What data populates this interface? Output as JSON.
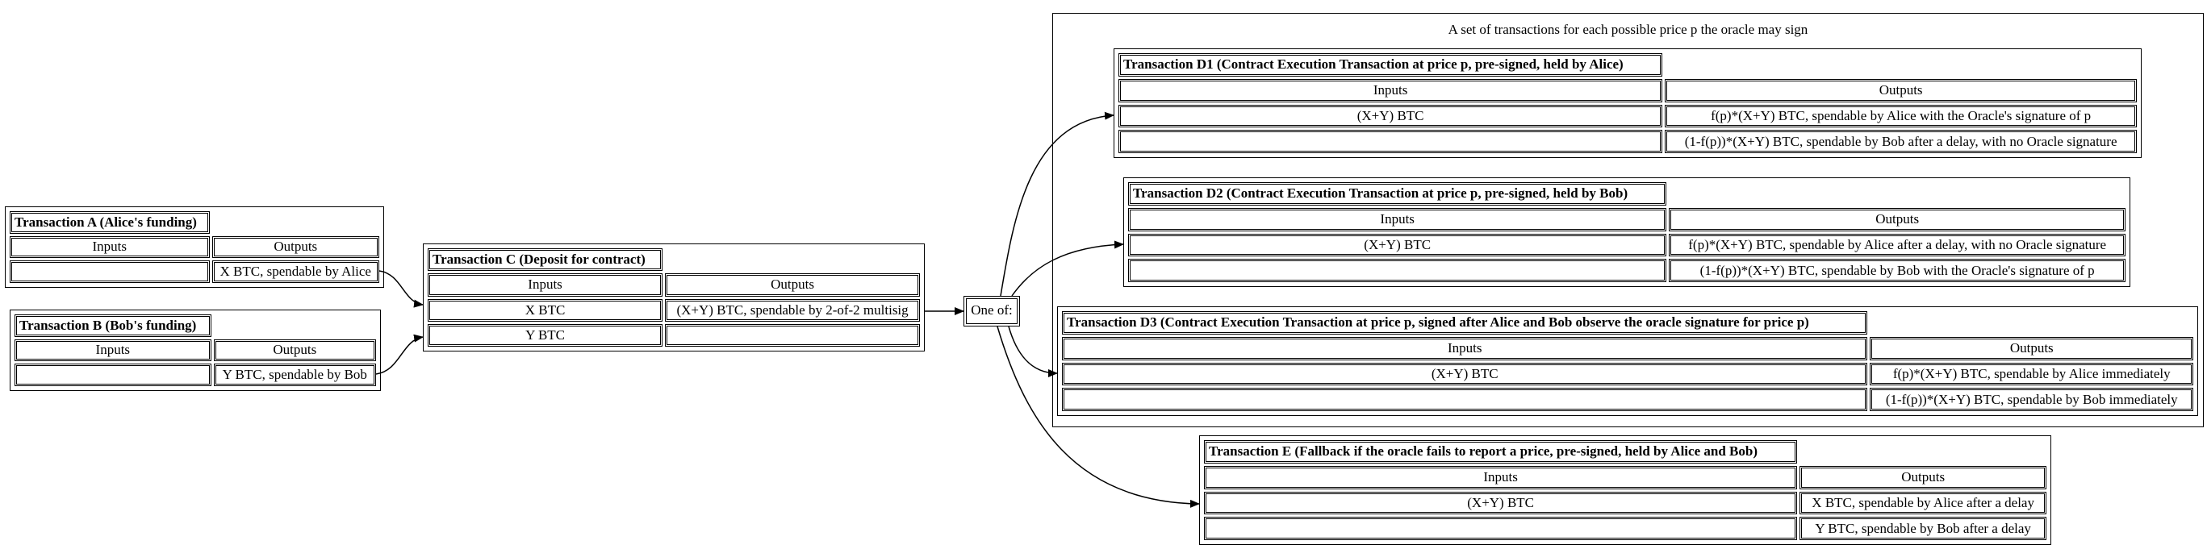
{
  "cluster_label": "A set of transactions for each possible price p the oracle may sign",
  "one_of_label": "One of:",
  "transactions": {
    "a": {
      "title": "Transaction A (Alice's funding)",
      "inputs_header": "Inputs",
      "outputs_header": "Outputs",
      "input_1": "",
      "output_1": "X BTC, spendable by Alice"
    },
    "b": {
      "title": "Transaction B (Bob's funding)",
      "inputs_header": "Inputs",
      "outputs_header": "Outputs",
      "input_1": "",
      "output_1": "Y BTC, spendable by Bob"
    },
    "c": {
      "title": "Transaction C (Deposit for contract)",
      "inputs_header": "Inputs",
      "outputs_header": "Outputs",
      "input_1": "X BTC",
      "output_1": "(X+Y) BTC, spendable by 2-of-2 multisig",
      "input_2": "Y BTC",
      "output_2": ""
    },
    "d1": {
      "title": "Transaction D1 (Contract Execution Transaction at price p, pre-signed, held by Alice)",
      "inputs_header": "Inputs",
      "outputs_header": "Outputs",
      "input_1": "(X+Y) BTC",
      "output_1": "f(p)*(X+Y) BTC, spendable by Alice with the Oracle's signature of p",
      "input_2": "",
      "output_2": "(1-f(p))*(X+Y) BTC, spendable by Bob after a delay, with no Oracle signature"
    },
    "d2": {
      "title": "Transaction D2 (Contract Execution Transaction at price p, pre-signed, held by Bob)",
      "inputs_header": "Inputs",
      "outputs_header": "Outputs",
      "input_1": "(X+Y) BTC",
      "output_1": "f(p)*(X+Y) BTC, spendable by Alice after a delay, with no Oracle signature",
      "input_2": "",
      "output_2": "(1-f(p))*(X+Y) BTC, spendable by Bob with the Oracle's signature of p"
    },
    "d3": {
      "title": "Transaction D3 (Contract Execution Transaction at price p, signed after Alice and Bob observe the oracle signature for price p)",
      "inputs_header": "Inputs",
      "outputs_header": "Outputs",
      "input_1": "(X+Y) BTC",
      "output_1": "f(p)*(X+Y) BTC, spendable by Alice immediately",
      "input_2": "",
      "output_2": "(1-f(p))*(X+Y) BTC, spendable by Bob immediately"
    },
    "e": {
      "title": "Transaction E (Fallback if the oracle fails to report a price, pre-signed, held by Alice and Bob)",
      "inputs_header": "Inputs",
      "outputs_header": "Outputs",
      "input_1": "(X+Y) BTC",
      "output_1": "X BTC, spendable by Alice after a delay",
      "input_2": "",
      "output_2": "Y BTC, spendable by Bob after a delay"
    }
  }
}
